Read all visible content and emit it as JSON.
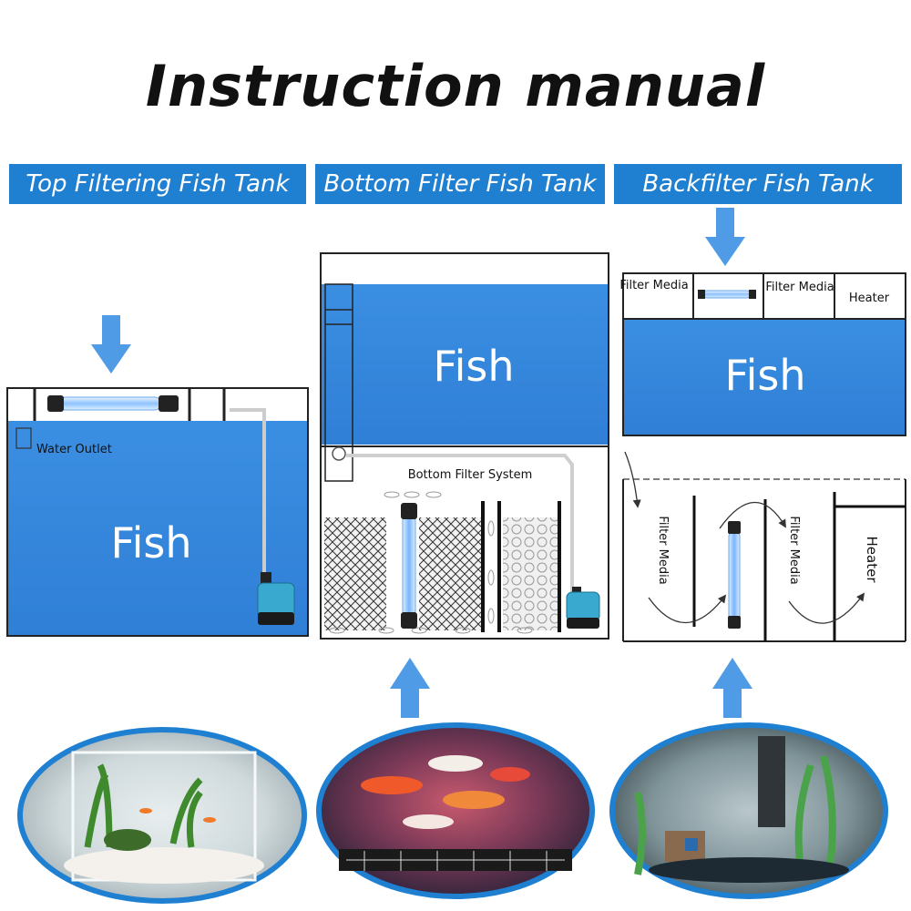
{
  "title": "Instruction manual",
  "colors": {
    "accent": "#1f7fd1",
    "water": "#3d8fe0",
    "arrow": "#4f9be6"
  },
  "panels": [
    {
      "heading": "Top Filtering Fish Tank",
      "fish": "Fish",
      "water_outlet": "Water Outlet"
    },
    {
      "heading": "Bottom Filter Fish Tank",
      "fish": "Fish",
      "system_label": "Bottom Filter System"
    },
    {
      "heading": "Backfilter Fish Tank",
      "fish": "Fish",
      "top_labels": [
        "Filter Media",
        "Filter Media",
        "Heater"
      ],
      "bottom_labels": [
        "Filter Media",
        "Filter Media",
        "Heater"
      ]
    }
  ],
  "photos": [
    "aquarium-photo",
    "koi-tank-photo",
    "planted-tank-photo"
  ]
}
